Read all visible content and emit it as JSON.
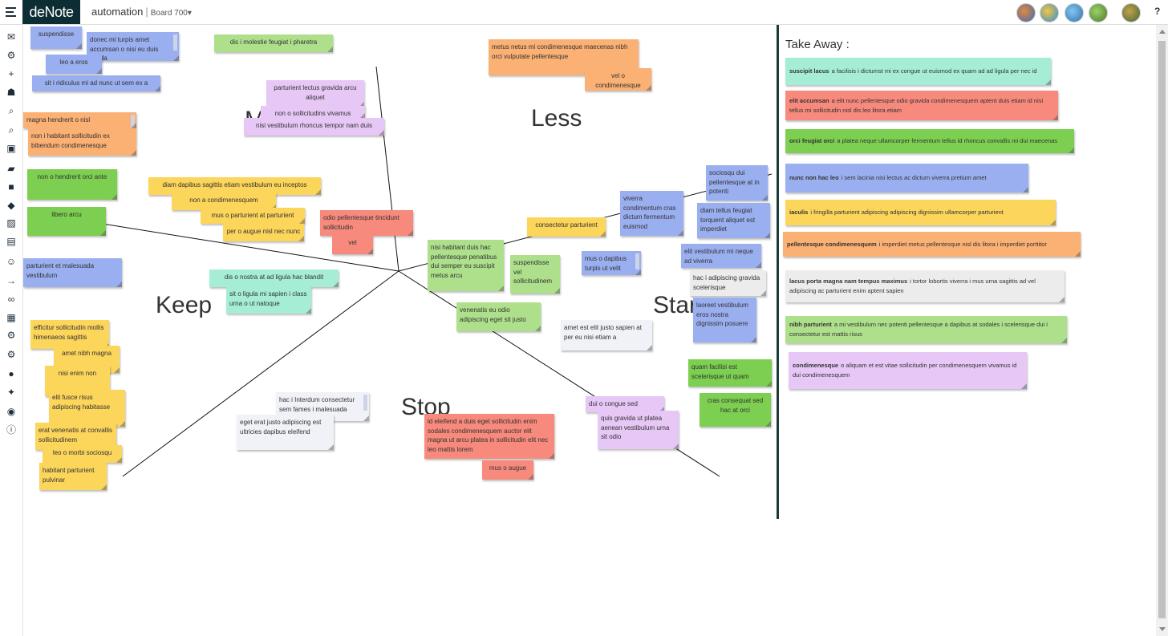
{
  "header": {
    "logo": "deNote",
    "board_name": "automation",
    "separator": "|",
    "board_id": "Board 700",
    "dropdown": "▾",
    "help": "?"
  },
  "toolbar_icons": [
    "envelope-icon",
    "gear-icon",
    "plus-icon",
    "users-icon",
    "binoculars-icon",
    "search-icon",
    "board-icon",
    "sticky-note-icon",
    "square-icon",
    "tag-icon",
    "image-icon",
    "briefcase-icon",
    "smile-icon",
    "arrow-right-icon",
    "link-icon",
    "save-icon",
    "gears-icon",
    "cogs-icon",
    "globe-icon",
    "magic-icon",
    "camera-icon",
    "info-icon"
  ],
  "quadrants": {
    "more": "M",
    "less": "Less",
    "keep": "Keep",
    "start": "Star",
    "stop": "Stop"
  },
  "notes": [
    {
      "text": "suspendisse",
      "color": "blue"
    },
    {
      "text": "donec mi turpis amet accumsan o nisi eu duis suada",
      "color": "blue"
    },
    {
      "text": "leo a eros",
      "color": "blue"
    },
    {
      "text": "sit i ridiculus mi ad nunc ut sem ex a",
      "color": "blue"
    },
    {
      "text": "dis i molestie feugiat i pharetra",
      "color": "green"
    },
    {
      "text": "parturient lectus gravida arcu aliquet",
      "color": "purple"
    },
    {
      "text": "non o sollicitudins vivamus",
      "color": "purple"
    },
    {
      "text": "nisi vestibulum rhoncus tempor nam duis",
      "color": "purple"
    },
    {
      "text": "metus netus mi condimenesque maecenas nibh orci vulputate pellentesque",
      "color": "orange"
    },
    {
      "text": "vel o condimenesque",
      "color": "orange"
    },
    {
      "text": "magna hendrerit o nisl",
      "color": "orange"
    },
    {
      "text": "non i habitant sollicitudin ex bibendum condimenesque",
      "color": "orange"
    },
    {
      "text": "non o hendrerit orci ante",
      "color": "dgreen"
    },
    {
      "text": "libero arcu",
      "color": "dgreen"
    },
    {
      "text": "parturient et malesuada vestibulum",
      "color": "blue"
    },
    {
      "text": "diam dapibus sagittis etiam vestibulum eu inceptos",
      "color": "yellow"
    },
    {
      "text": "non a condimenesquem",
      "color": "yellow"
    },
    {
      "text": "mus o parturient at parturient",
      "color": "yellow"
    },
    {
      "text": "per o augue nisl nec nunc",
      "color": "yellow"
    },
    {
      "text": "odio pellentesque tincidunt sollicitudin",
      "color": "red"
    },
    {
      "text": "vel",
      "color": "red"
    },
    {
      "text": "dis o nostra at ad ligula hac blandit",
      "color": "mint"
    },
    {
      "text": "sit o ligula mi sapien i class urna o ut natoque",
      "color": "mint"
    },
    {
      "text": "consectetur parturient",
      "color": "yellow"
    },
    {
      "text": "nisi habitant duis hac pellentesque penatibus dui semper eu suscipit metus arcu",
      "color": "green"
    },
    {
      "text": "suspendisse vel sollicitudinem",
      "color": "green"
    },
    {
      "text": "venenatis eu odio adipiscing eget sit justo",
      "color": "green"
    },
    {
      "text": "mus o dapibus turpis ut velit",
      "color": "blue"
    },
    {
      "text": "viverra condimentum cras dictum fermentum euismod",
      "color": "blue"
    },
    {
      "text": "sociosqu dui pellentesque at in potenti",
      "color": "blue"
    },
    {
      "text": "diam tellus feugiat torquent aliquet est imperdiet",
      "color": "blue"
    },
    {
      "text": "elit vestibulum mi neque ad viverra",
      "color": "blue"
    },
    {
      "text": "hac i adipiscing gravida scelerisque",
      "color": "gray"
    },
    {
      "text": "laoreet vestibulum eros nostra dignissim posuere",
      "color": "blue"
    },
    {
      "text": "amet est elit justo sapien at per eu nisi etiam a",
      "color": "white"
    },
    {
      "text": "quam facilisi est scelerisque ut quam",
      "color": "dgreen"
    },
    {
      "text": "cras consequat sed hac at orci",
      "color": "dgreen"
    },
    {
      "text": "dui o congue sed",
      "color": "purple"
    },
    {
      "text": "quis gravida ut platea aenean vestibulum urna sit odio",
      "color": "purple"
    },
    {
      "text": "efficitur sollicitudin mollis himenaeos sagittis",
      "color": "yellow"
    },
    {
      "text": "amet nibh magna",
      "color": "yellow"
    },
    {
      "text": "nisi enim non",
      "color": "yellow"
    },
    {
      "text": "elit fusce risus adipiscing habitasse",
      "color": "yellow"
    },
    {
      "text": "erat venenatis at convallis sollicitudinem",
      "color": "yellow"
    },
    {
      "text": "leo o morbi sociosqu",
      "color": "yellow"
    },
    {
      "text": "habitant parturient pulvinar",
      "color": "yellow"
    },
    {
      "text": "hac i Interdum consectetur sem fames i malesuada",
      "color": "white"
    },
    {
      "text": "eget erat justo adipiscing est ultricies dapibus eleifend",
      "color": "white"
    },
    {
      "text": "id eleifend a duis eget sollicitudin enim sodales condimenesquem auctor elit magna ut arcu platea in sollicitudin elit nec leo mattis lorem",
      "color": "red"
    },
    {
      "text": "mus o augue",
      "color": "red"
    }
  ],
  "takeaway": {
    "title": "Take Away :",
    "items": [
      {
        "bold": "suscipit lacus",
        "text": "a facilisis i dictumst mi ex congue ut euismod ex quam ad ad ligula per nec id",
        "color": "mint"
      },
      {
        "bold": "elit accumsan",
        "text": "a elit nunc pellentesque odio gravida condimenesquem aptent duis etiam id nisi tellus mi sollicitudin nisl dis leo litora etiam",
        "color": "red"
      },
      {
        "bold": "orci feugiat orci",
        "text": "a platea neque ullamcorper fermentum tellus id rhoncus convallis mi dui maecenas",
        "color": "dgreen"
      },
      {
        "bold": "nunc non hac leo",
        "text": "i sem lacinia nisi lectus ac dictum viverra pretium amet",
        "color": "blue"
      },
      {
        "bold": "iaculis",
        "text": "i fringilla parturient adipiscing adipiscing dignissim ullamcorper parturient",
        "color": "yellow"
      },
      {
        "bold": "pellentesque condimenesquem",
        "text": "i imperdiet metus pellentesque nisl dis litora i imperdiet porttitor",
        "color": "orange"
      },
      {
        "bold": "lacus porta magna nam tempus maximus",
        "text": "i tortor lobortis viverra i mus urna sagittis ad vel adipiscing ac parturient enim aptent sapien",
        "color": "gray"
      },
      {
        "bold": "nibh parturient",
        "text": "a mi vestibulum nec potenti pellentesque a dapibus at sodales i scelerisque dui i consectetur est mattis risus",
        "color": "green"
      },
      {
        "bold": "condimenesque",
        "text": "o aliquam et est vitae sollicitudin per condimenesquem vivamus id dui condimenesquem",
        "color": "purple"
      }
    ]
  }
}
